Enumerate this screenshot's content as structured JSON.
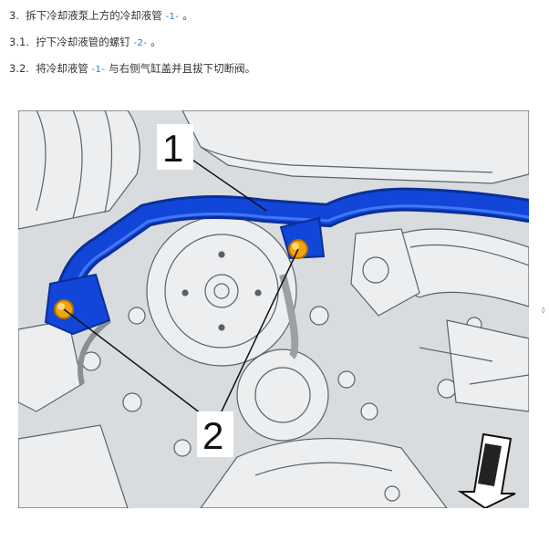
{
  "steps": [
    {
      "num": "3.",
      "text_before": "拆下冷却液泵上方的冷却液管",
      "ref": "-1-",
      "text_after": "。"
    },
    {
      "num": "3.1.",
      "text_before": "拧下冷却液管的螺钉",
      "ref": "-2-",
      "text_after": "。"
    },
    {
      "num": "3.2.",
      "text_before": "将冷却液管",
      "ref": "-1-",
      "text_after": "与右侧气缸盖并且拔下切断阀。"
    }
  ],
  "figure": {
    "callouts": [
      "1",
      "2"
    ],
    "side_mark": "◊"
  },
  "colors": {
    "ref_text": "#2f77c9",
    "pipe": "#1246d8",
    "bolt": "#f2a310"
  }
}
